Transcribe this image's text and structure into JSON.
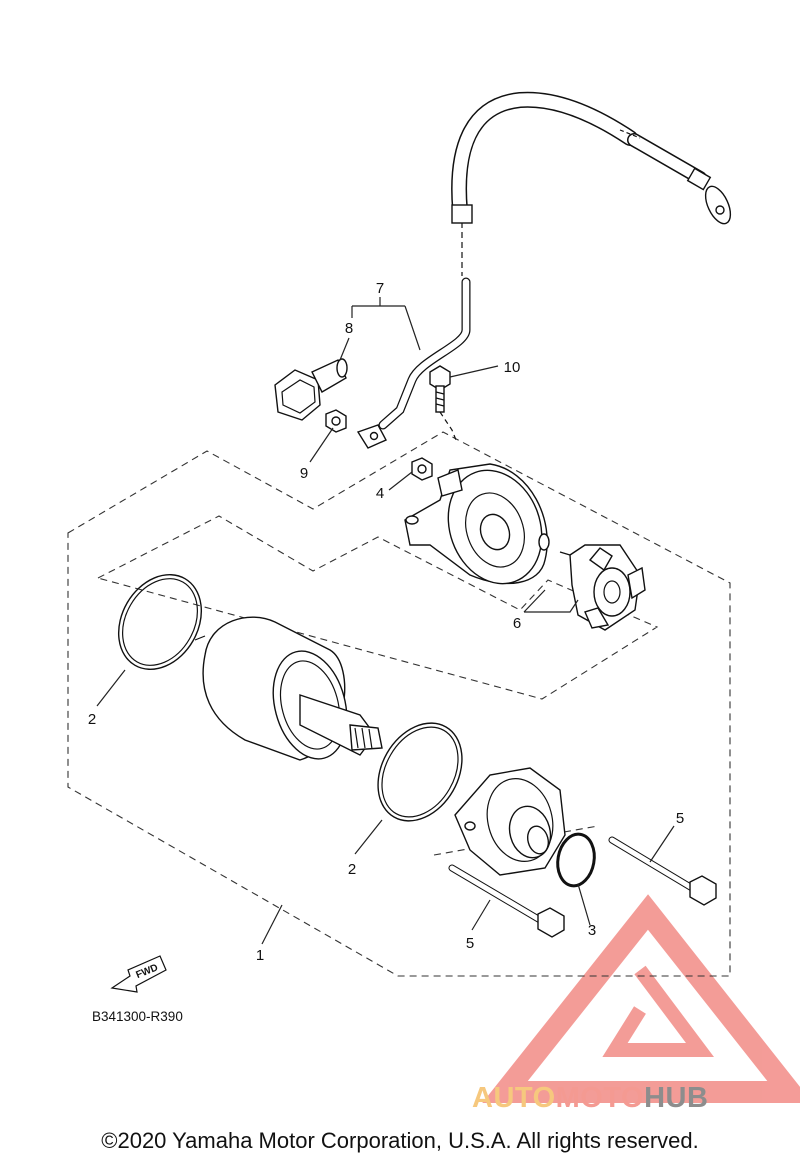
{
  "callouts": [
    {
      "id": "1",
      "text": "1"
    },
    {
      "id": "2a",
      "text": "2"
    },
    {
      "id": "2b",
      "text": "2"
    },
    {
      "id": "3",
      "text": "3"
    },
    {
      "id": "4",
      "text": "4"
    },
    {
      "id": "5a",
      "text": "5"
    },
    {
      "id": "5b",
      "text": "5"
    },
    {
      "id": "6",
      "text": "6"
    },
    {
      "id": "7",
      "text": "7"
    },
    {
      "id": "8",
      "text": "8"
    },
    {
      "id": "9",
      "text": "9"
    },
    {
      "id": "10",
      "text": "10"
    }
  ],
  "fwd_arrow_text": "FWD",
  "diagram_code": "B341300-R390",
  "copyright": "©2020 Yamaha Motor Corporation, U.S.A. All rights reserved.",
  "watermark": {
    "part1": "AUTO",
    "part2": "MOTO",
    "part3": "HUB",
    "colors": {
      "auto": "#f6c87e",
      "moto": "#f49a92",
      "hub": "#8d8d8d",
      "triangle": "#f28b86"
    }
  }
}
